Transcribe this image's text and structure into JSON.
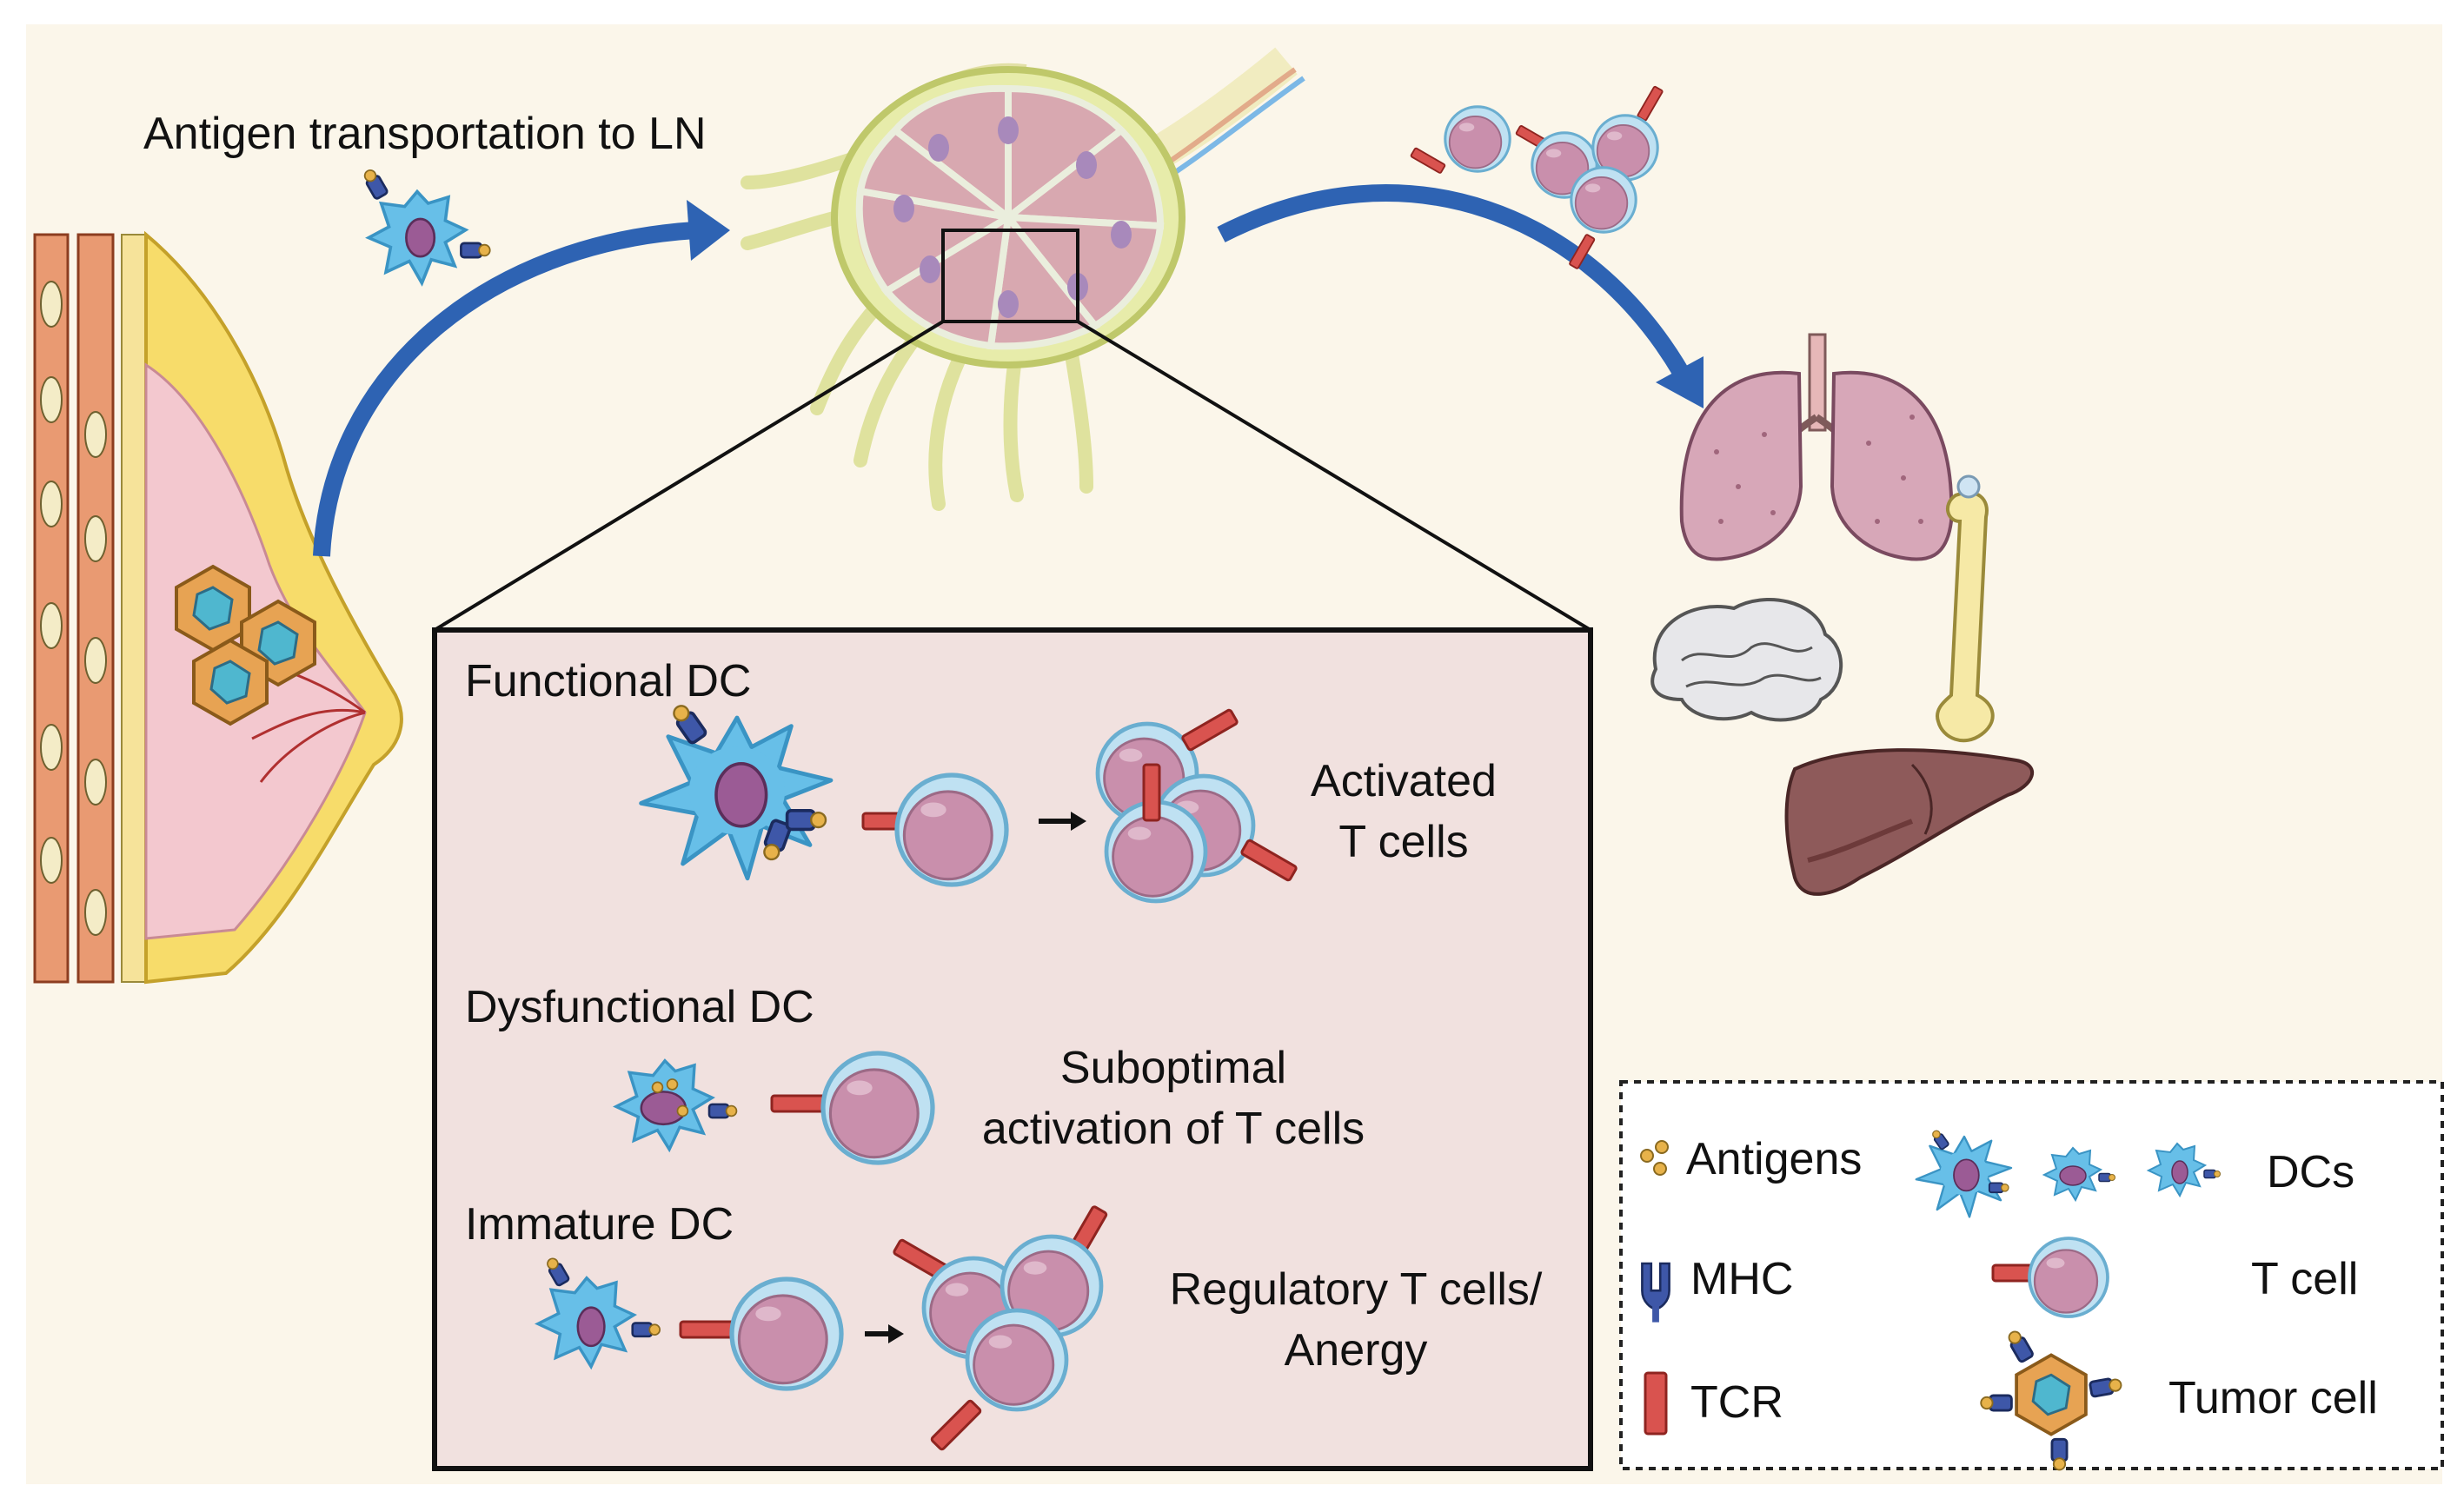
{
  "colors": {
    "background": "#fbf6ea",
    "inset_fill": "#f1e1df",
    "dc_blue": "#67bfe8",
    "tcell_pink": "#c98fac",
    "tcr_red": "#d9534f",
    "mhc_blue": "#3e57a8",
    "arrow_blue": "#2e63b3",
    "tumor_orange": "#e7a353",
    "lymph_green": "#d4dd8a"
  },
  "icons": [
    "lymph-node-icon",
    "breast-icon",
    "dendritic-cell-icon",
    "t-cell-icon",
    "tumor-cell-icon",
    "lungs-icon",
    "brain-icon",
    "bone-icon",
    "liver-icon",
    "mhc-icon",
    "tcr-icon",
    "antigens-icon"
  ],
  "top": {
    "antigen_transport": "Antigen transportation to LN"
  },
  "inset": {
    "functional": {
      "title": "Functional DC",
      "outcome_line1": "Activated",
      "outcome_line2": "T cells"
    },
    "dysfunctional": {
      "title": "Dysfunctional DC",
      "outcome_line1": "Suboptimal",
      "outcome_line2": "activation of T cells"
    },
    "immature": {
      "title": "Immature DC",
      "outcome_line1": "Regulatory T cells/",
      "outcome_line2": "Anergy"
    }
  },
  "legend": {
    "antigens": "Antigens",
    "dcs": "DCs",
    "mhc": "MHC",
    "tcell": "T cell",
    "tcr": "TCR",
    "tumor": "Tumor cell"
  }
}
